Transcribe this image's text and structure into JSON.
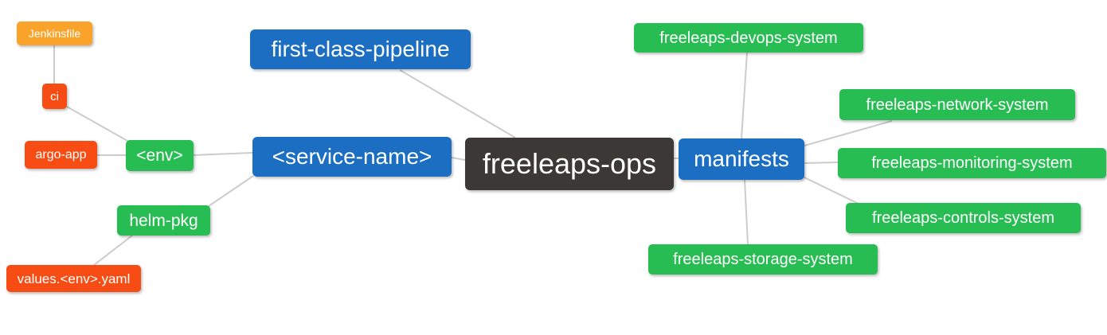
{
  "diagram": {
    "type": "mindmap",
    "root_label": "freeleaps-ops"
  },
  "colors": {
    "root_bg": "#3b3836",
    "blue": "#1b6ec2",
    "green": "#28bd53",
    "orange": "#f9a32b",
    "red": "#f84c15",
    "edge": "#cccccc",
    "text": "#ffffff",
    "background": "#ffffff"
  },
  "nodes": {
    "jenkinsfile": {
      "label": "Jenkinsfile",
      "color": "#f9a32b"
    },
    "ci": {
      "label": "ci",
      "color": "#f84c15"
    },
    "argo_app": {
      "label": "argo-app",
      "color": "#f84c15"
    },
    "env": {
      "label": "<env>",
      "color": "#28bd53"
    },
    "helm_pkg": {
      "label": "helm-pkg",
      "color": "#28bd53"
    },
    "values_env_yaml": {
      "label": "values.<env>.yaml",
      "color": "#f84c15"
    },
    "service_name": {
      "label": "<service-name>",
      "color": "#1b6ec2"
    },
    "first_class_pipeline": {
      "label": "first-class-pipeline",
      "color": "#1b6ec2"
    },
    "freeleaps_ops": {
      "label": "freeleaps-ops",
      "color": "#3b3836"
    },
    "manifests": {
      "label": "manifests",
      "color": "#1b6ec2"
    },
    "devops_system": {
      "label": "freeleaps-devops-system",
      "color": "#28bd53"
    },
    "network_system": {
      "label": "freeleaps-network-system",
      "color": "#28bd53"
    },
    "monitoring_system": {
      "label": "freeleaps-monitoring-system",
      "color": "#28bd53"
    },
    "controls_system": {
      "label": "freeleaps-controls-system",
      "color": "#28bd53"
    },
    "storage_system": {
      "label": "freeleaps-storage-system",
      "color": "#28bd53"
    }
  },
  "edges": [
    {
      "from": "freeleaps_ops",
      "to": "first_class_pipeline"
    },
    {
      "from": "freeleaps_ops",
      "to": "service_name"
    },
    {
      "from": "freeleaps_ops",
      "to": "manifests"
    },
    {
      "from": "service_name",
      "to": "env"
    },
    {
      "from": "service_name",
      "to": "helm_pkg"
    },
    {
      "from": "env",
      "to": "ci"
    },
    {
      "from": "env",
      "to": "argo_app"
    },
    {
      "from": "ci",
      "to": "jenkinsfile"
    },
    {
      "from": "helm_pkg",
      "to": "values_env_yaml"
    },
    {
      "from": "manifests",
      "to": "devops_system"
    },
    {
      "from": "manifests",
      "to": "network_system"
    },
    {
      "from": "manifests",
      "to": "monitoring_system"
    },
    {
      "from": "manifests",
      "to": "controls_system"
    },
    {
      "from": "manifests",
      "to": "storage_system"
    }
  ]
}
